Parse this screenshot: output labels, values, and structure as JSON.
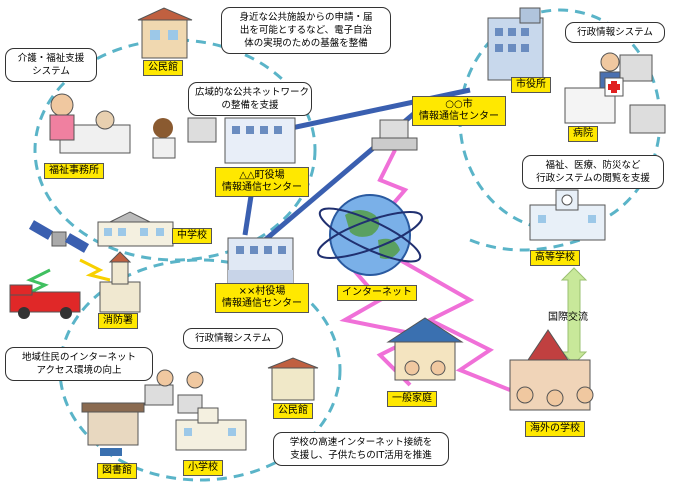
{
  "nodes": {
    "kominkan_top": "公民館",
    "city_hall": "市役所",
    "hospital": "病院",
    "welfare_office": "福祉事務所",
    "city_center_1": "○○市",
    "city_center_2": "情報通信センター",
    "town_center_1": "△△町役場",
    "town_center_2": "情報通信センター",
    "junior_high": "中学校",
    "village_center_1": "××村役場",
    "village_center_2": "情報通信センター",
    "fire_station": "消防署",
    "internet": "インターネット",
    "high_school": "高等学校",
    "international_exchange": "国際交流",
    "general_home": "一般家庭",
    "kominkan_bottom": "公民館",
    "overseas_school": "海外の学校",
    "library": "図書館",
    "elementary": "小学校"
  },
  "bubbles": {
    "e_gov": [
      "身近な公共施設からの申請・届",
      "出を可能とするなど、電子自治",
      "体の実現のための基盤を整備"
    ],
    "admin_system_top": [
      "行政情報システム"
    ],
    "wide_network": [
      "広域的な公共ネットワーク",
      "の整備を支援"
    ],
    "care_system": [
      "介護・福祉支援",
      "システム"
    ],
    "welfare_view": [
      "福祉、医療、防災など",
      "行政システムの閲覧を支援"
    ],
    "admin_system_mid": [
      "行政情報システム"
    ],
    "resident_access": [
      "地域住民のインターネット",
      "アクセス環境の向上"
    ],
    "school_internet": [
      "学校の高速インターネット接続を",
      "支援し、子供たちのIT活用を推進"
    ]
  },
  "colors": {
    "label_bg": "#ffe800",
    "backbone": "#3a5fb0",
    "ring": "#5ab4c8",
    "lightning": "#f070d8",
    "exchange_arrow": "#c8e89a"
  }
}
